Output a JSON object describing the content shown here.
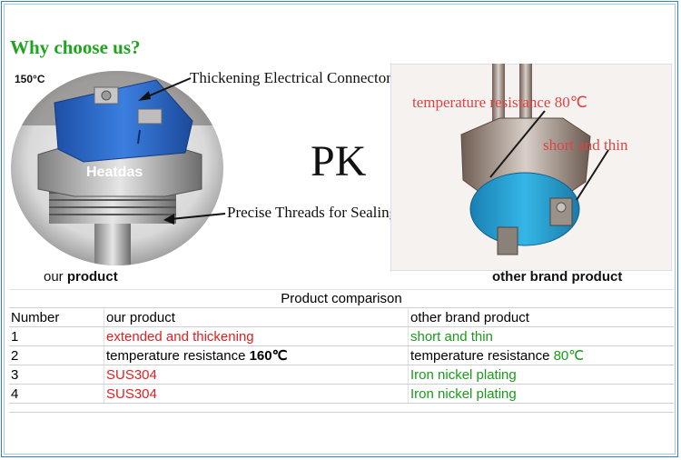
{
  "heading": "Why choose us?",
  "left_photo": {
    "temp_label": "150°C",
    "brand": "Heatdas",
    "caption_prefix": "our",
    "caption_bold": "product"
  },
  "callouts": {
    "connector": "Thickening Electrical Connector for Safe.",
    "threads": "Precise Threads for Sealing."
  },
  "pk": "PK",
  "right_photo": {
    "temp_note": "temperature resistance 80℃",
    "size_note": "short and thin",
    "caption": "other brand product"
  },
  "table": {
    "title": "Product comparison",
    "headers": [
      "Number",
      "our product",
      "other brand product"
    ],
    "rows": [
      {
        "num": "1",
        "ours": "extended and thickening",
        "theirs": "short and thin"
      },
      {
        "num": "2",
        "ours_prefix": "temperature resistance ",
        "ours_value": "160℃",
        "theirs_prefix": "temperature resistance ",
        "theirs_value": "80℃"
      },
      {
        "num": "3",
        "ours": "SUS304",
        "theirs": "Iron nickel plating"
      },
      {
        "num": "4",
        "ours": "SUS304",
        "theirs": "Iron nickel plating"
      }
    ]
  },
  "colors": {
    "heading_green": "#1ea51e",
    "ours_red": "#e02020",
    "theirs_green": "#1a9a1a",
    "connector_blue": "#2f6fd0",
    "frame_blue": "#2f7fd6"
  }
}
